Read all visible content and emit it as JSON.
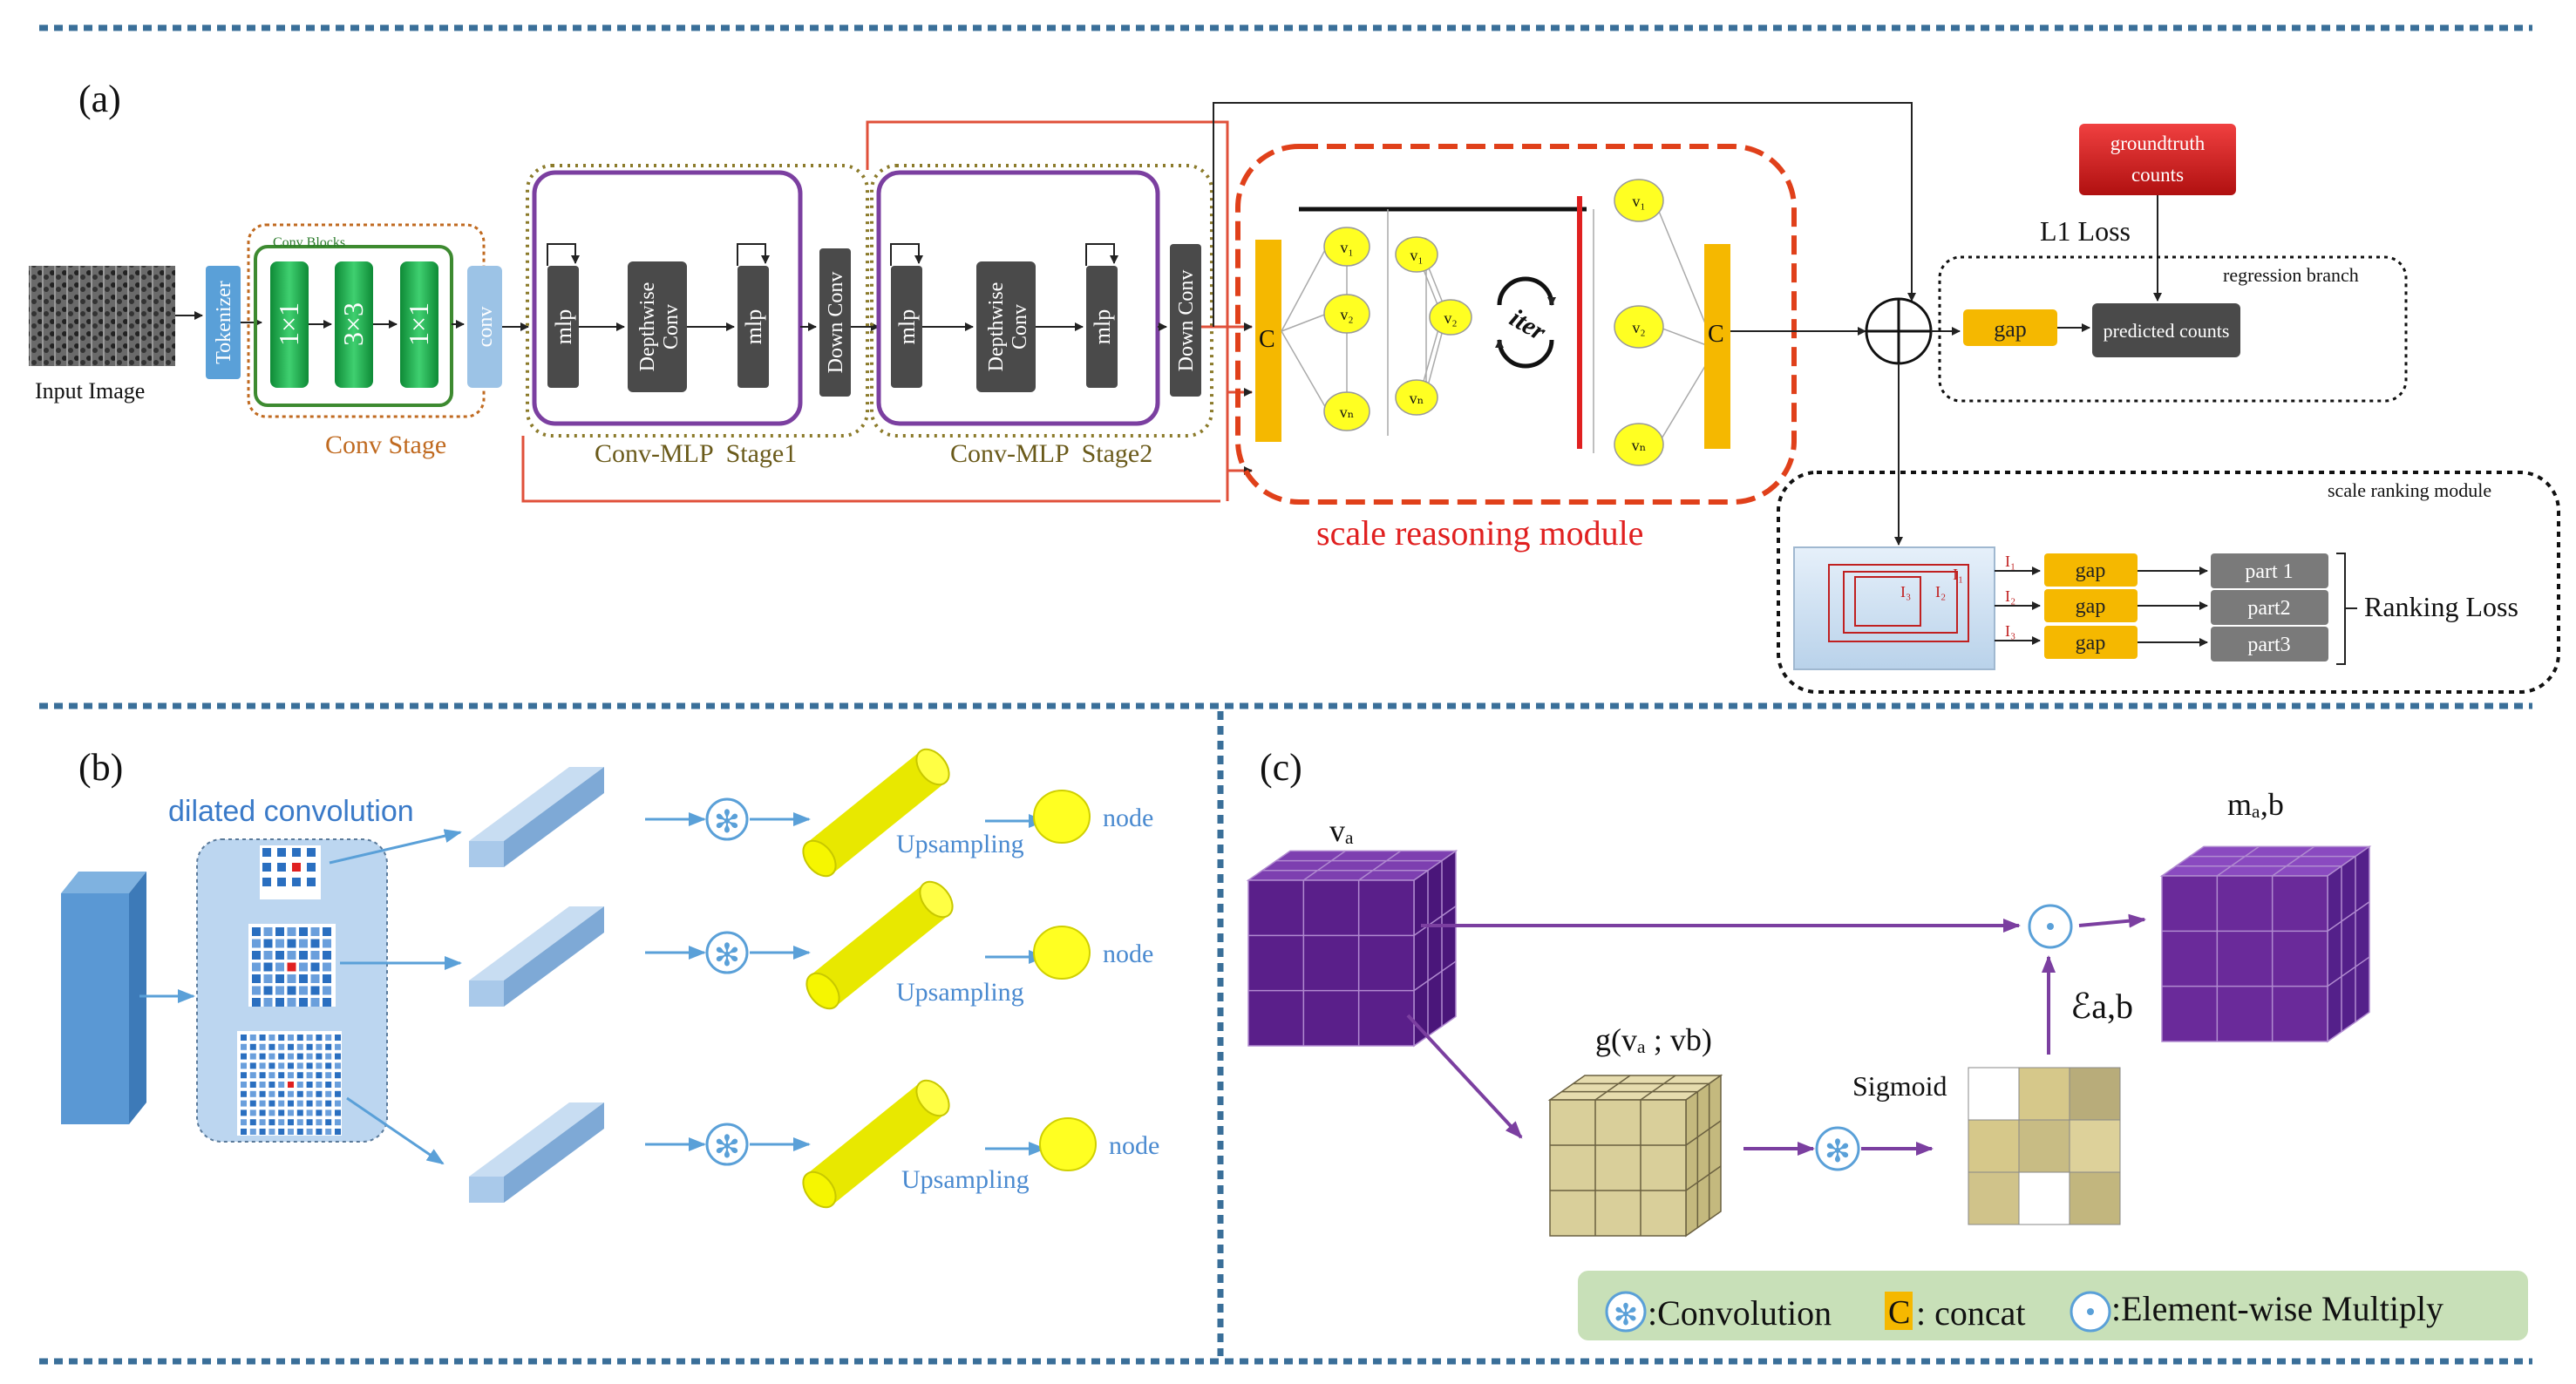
{
  "panel_labels": {
    "a": "(a)",
    "b": "(b)",
    "c": "(c)"
  },
  "panel_a": {
    "input_image_label": "Input Image",
    "tokenizer": "Tokenizer",
    "conv_blocks_label": "Conv Blocks",
    "conv_block_1": "1×1",
    "conv_block_2": "3×3",
    "conv_block_3": "1×1",
    "conv_label": "conv",
    "conv_stage_label": "Conv Stage",
    "mlp_label": "mlp",
    "depthwise_line1": "Depthwise",
    "depthwise_line2": "Conv",
    "down_conv_label": "Down Conv",
    "stage1_label": "Conv-MLP  Stage1",
    "stage2_label": "Conv-MLP  Stage2",
    "concat_letter": "C",
    "node_v1": "v₁",
    "node_v2": "v₂",
    "node_vn": "vₙ",
    "iter_label": "iter",
    "scale_reasoning_label": "scale reasoning module",
    "groundtruth_line1": "groundtruth",
    "groundtruth_line2": "counts",
    "l1_loss_label": "L1 Loss",
    "regression_branch_label": "regression branch",
    "gap_label": "gap",
    "predicted_counts_label": "predicted counts",
    "scale_ranking_label": "scale ranking module",
    "I1": "I₁",
    "I2": "I₂",
    "I3": "I₃",
    "part1": "part 1",
    "part2": "part2",
    "part3": "part3",
    "ranking_loss_label": "Ranking Loss"
  },
  "panel_b": {
    "dilated_label": "dilated convolution",
    "upsampling_label": "Upsampling",
    "node_label": "node"
  },
  "panel_c": {
    "va_label": "vₐ",
    "mab_label": "mₐ,b",
    "g_label": "g(vₐ ; vb)",
    "sigmoid_label": "Sigmoid",
    "eps_label": "ℰa,b",
    "legend_conv": ":Convolution",
    "legend_concat_letter": "C",
    "legend_concat": ": concat",
    "legend_mult": ":Element-wise Multiply"
  },
  "colors": {
    "conv_green": "#1fa84a",
    "blue_block": "#9cc3e6",
    "mlp_gray": "#4a4a4a",
    "purple_frame": "#7b3fa0",
    "olive_dots": "#8b7a2a",
    "red_frame": "#e0503a",
    "concat_orange": "#f5b800",
    "node_yellow": "#ffff22",
    "groundtruth_red": "#e02020",
    "cube_purple": "#6a2a9a",
    "cube_khaki": "#d9cf9a",
    "legend_green": "#c8e0b8",
    "dilated_blue": "#2a6fc0"
  }
}
